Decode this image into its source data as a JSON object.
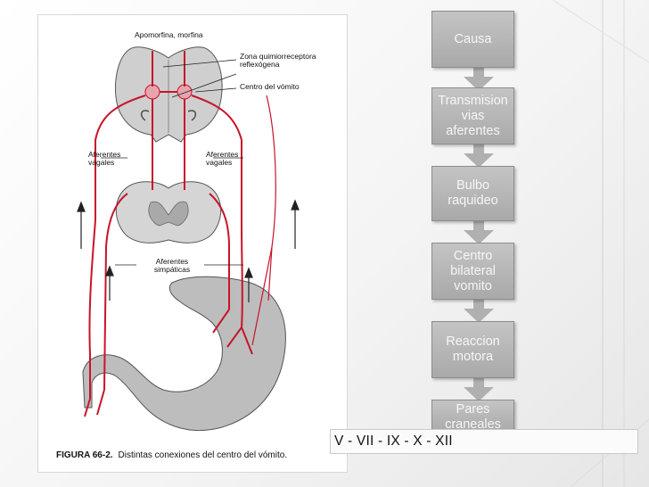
{
  "figure": {
    "labels": {
      "top": "Apomorfina, morfina",
      "zone": "Zona quimiorreceptora reflexógena",
      "center": "Centro del vómito",
      "vagal_left": "Aferentes vagales",
      "vagal_right": "Aferentes vagales",
      "sympathetic": "Aferentes simpáticas"
    },
    "caption_number": "FIGURA 66-2.",
    "caption_text": "Distintas conexiones del centro del vómito."
  },
  "flow": {
    "steps": [
      {
        "label": "Causa"
      },
      {
        "label": "Transmision vias aferentes"
      },
      {
        "label": "Bulbo raquideo"
      },
      {
        "label": "Centro bilateral vomito"
      },
      {
        "label": "Reaccion motora"
      },
      {
        "label": "Pares craneales"
      }
    ],
    "nerves": "V - VII -  IX - X - XII"
  },
  "colors": {
    "nerve_red": "#c8142a",
    "box_gray": "#b3b3b3",
    "tissue_gray": "#c9c9c9"
  }
}
